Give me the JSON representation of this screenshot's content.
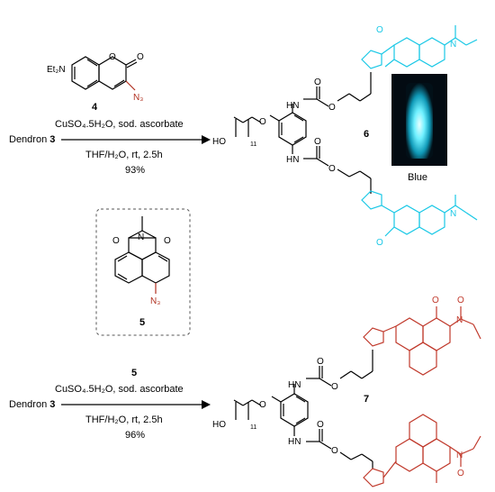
{
  "reaction1": {
    "start_prefix": "Dendron ",
    "start_num": "3",
    "reagent_number": "4",
    "conditions_line1": "CuSO₄.5H₂O, sod. ascorbate",
    "conditions_line2": "THF/H₂O, rt, 2.5h",
    "yield": "93%",
    "product_number": "6",
    "photo_caption": "Blue",
    "reagent_label_et2n": "Et₂N",
    "reagent_label_n3": "N₃"
  },
  "inset": {
    "compound_number": "5",
    "label_n3": "N₃"
  },
  "reaction2": {
    "start_prefix": "Dendron ",
    "start_num": "3",
    "reagent_number": "5",
    "conditions_line1": "CuSO₄.5H₂O, sod. ascorbate",
    "conditions_line2": "THF/H₂O, rt, 2.5h",
    "yield": "96%",
    "product_number": "7"
  },
  "atoms": {
    "nh": "HN",
    "o": "O",
    "n": "N",
    "ho": "HO",
    "chain_sub": "11"
  },
  "colors": {
    "coumarin": "#19c8e6",
    "naphthalimide": "#c0392b",
    "azide_red": "#b03020",
    "background": "#ffffff"
  }
}
